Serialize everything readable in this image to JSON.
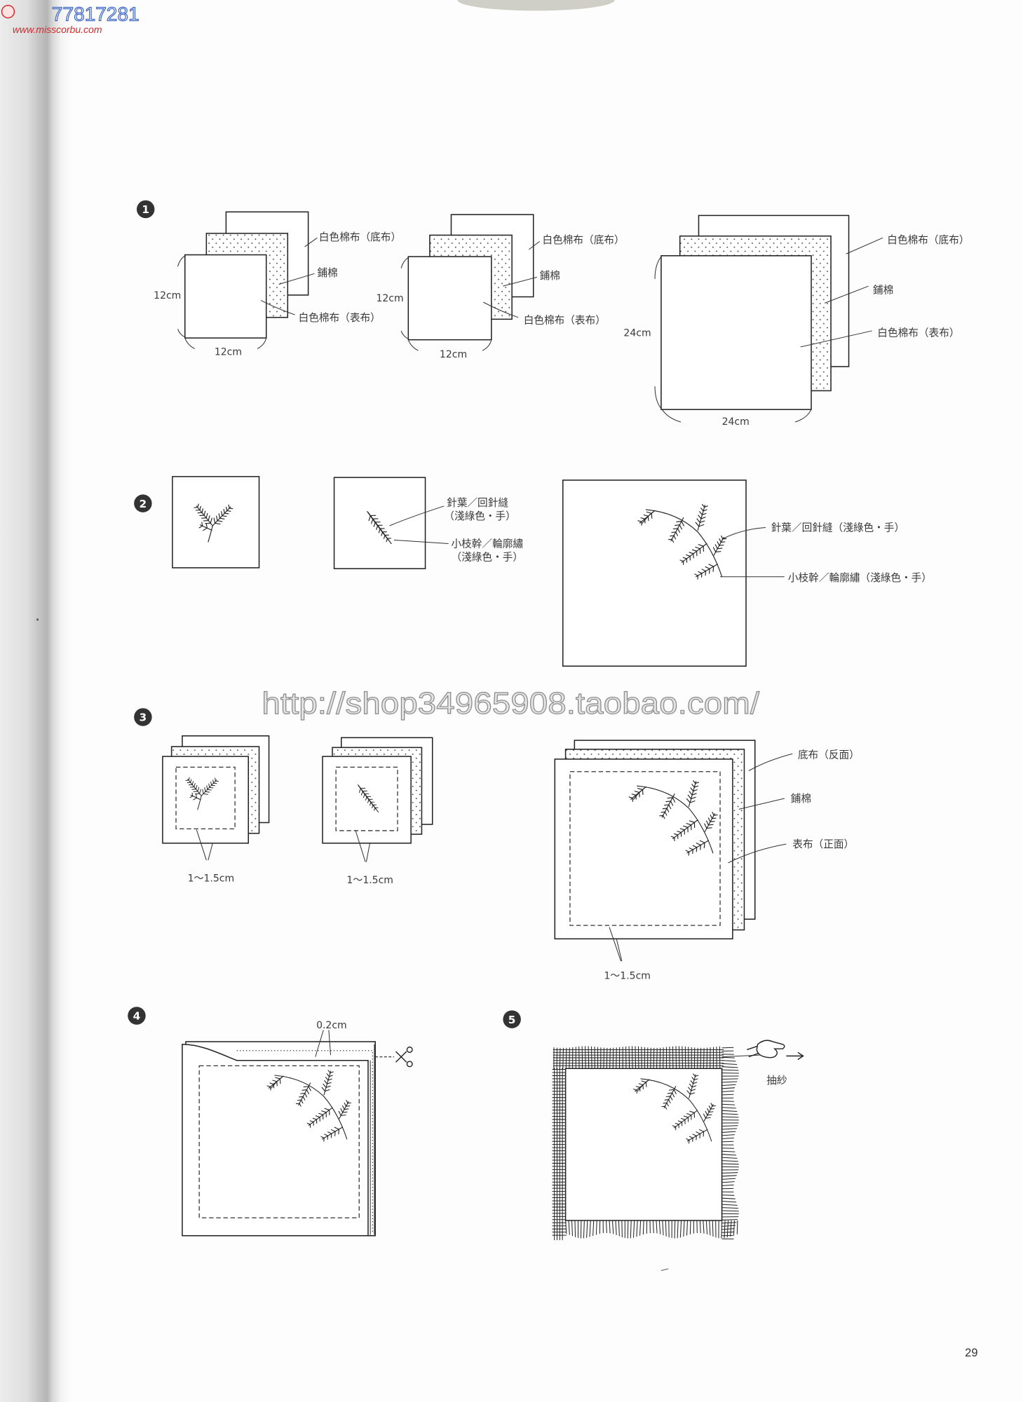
{
  "header_watermark": {
    "qq": "77817281",
    "site": "www.misscorbu.com"
  },
  "shop_watermark": "http://shop34965908.taobao.com/",
  "steps": {
    "s1": "1",
    "s2": "2",
    "s3": "3",
    "s4": "4",
    "s5": "5"
  },
  "step1": {
    "back_cloth": "白色棉布（底布）",
    "batting": "鋪棉",
    "top_cloth": "白色棉布（表布）",
    "small_size": "12cm",
    "large_size": "24cm"
  },
  "step2": {
    "needles": "針葉／回針縫",
    "needles_note": "（淺綠色・手）",
    "twig": "小枝幹／輪廓繡",
    "twig_note": "（淺綠色・手）",
    "needles_full": "針葉／回針縫（淺綠色・手）",
    "twig_full": "小枝幹／輪廓繡（淺綠色・手）"
  },
  "step3": {
    "back": "底布（反面）",
    "batting": "鋪棉",
    "front": "表布（正面）",
    "allowance": "1～1.5cm"
  },
  "step4": {
    "margin": "0.2cm"
  },
  "step5": {
    "label": "抽紗"
  },
  "page_number": "29",
  "colors": {
    "ink": "#222222",
    "paper": "#fdfdfd",
    "binding_shadow": "#b5b5b5"
  }
}
